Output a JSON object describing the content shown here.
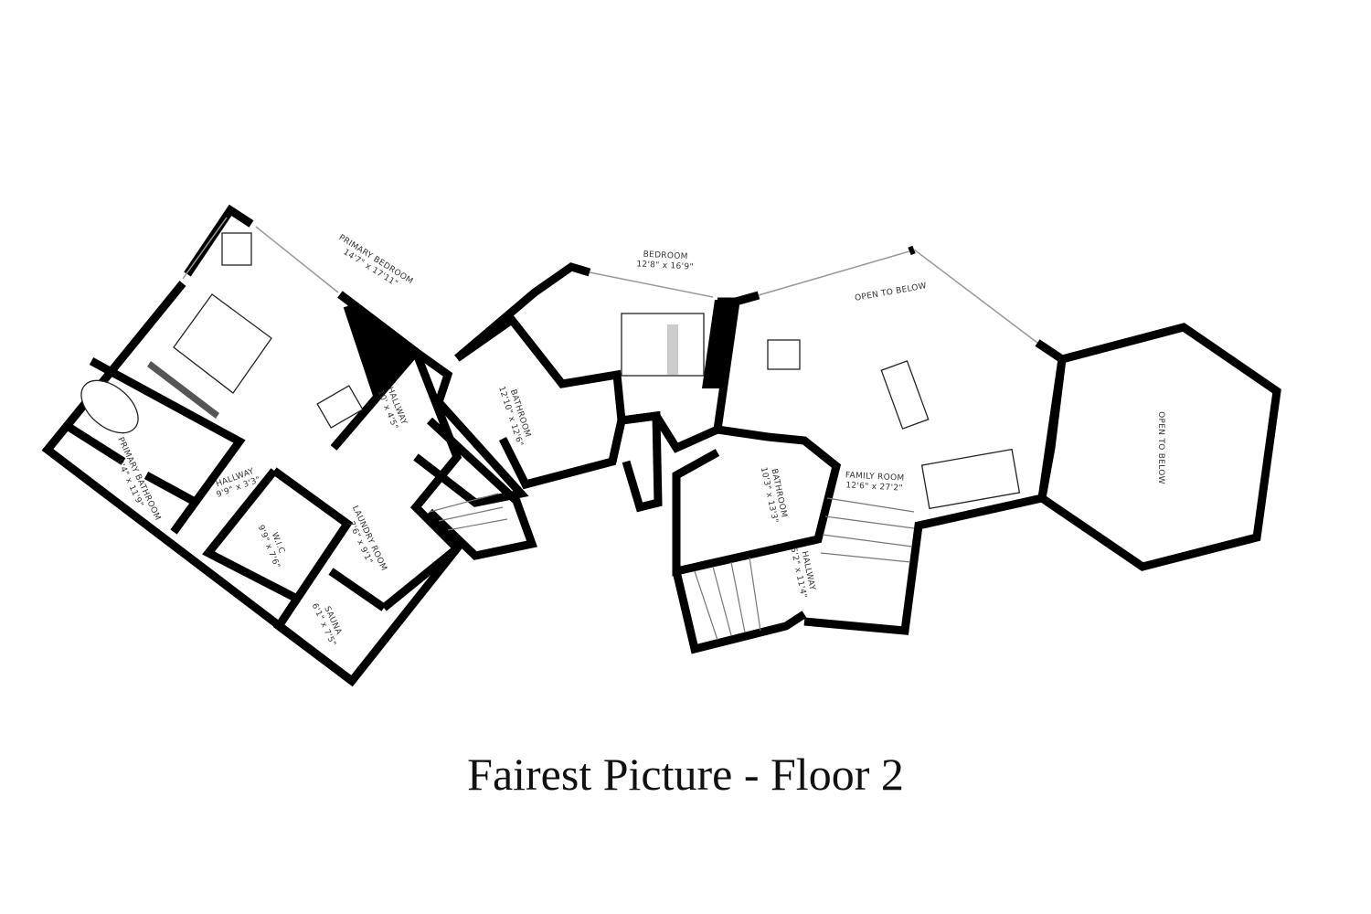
{
  "title": "Fairest Picture - Floor 2",
  "rooms": [
    {
      "name": "PRIMARY BEDROOM",
      "dims": "14'7\" x 17'11\""
    },
    {
      "name": "BEDROOM",
      "dims": "12'8\" x 16'9\""
    },
    {
      "name": "OPEN TO BELOW",
      "dims": ""
    },
    {
      "name": "OPEN TO BELOW",
      "dims": ""
    },
    {
      "name": "HALLWAY",
      "dims": "10' x 4'5\""
    },
    {
      "name": "PRIMARY BATHROOM",
      "dims": "9'4\" x 11'9\""
    },
    {
      "name": "HALLWAY",
      "dims": "9'9\" x 3'3\""
    },
    {
      "name": "W.I.C",
      "dims": "9'9\" x 7'6\""
    },
    {
      "name": "LAUNDRY ROOM",
      "dims": "7'6\" x 9'1\""
    },
    {
      "name": "SAUNA",
      "dims": "6'1\" x 7'5\""
    },
    {
      "name": "BATHROOM",
      "dims": "12'10\" x 12'6\""
    },
    {
      "name": "BATHROOM",
      "dims": "10'3\" x 13'3\""
    },
    {
      "name": "FAMILY ROOM",
      "dims": "12'6\" x 27'2\""
    },
    {
      "name": "HALLWAY",
      "dims": "5'2\" x 11'4\""
    }
  ]
}
